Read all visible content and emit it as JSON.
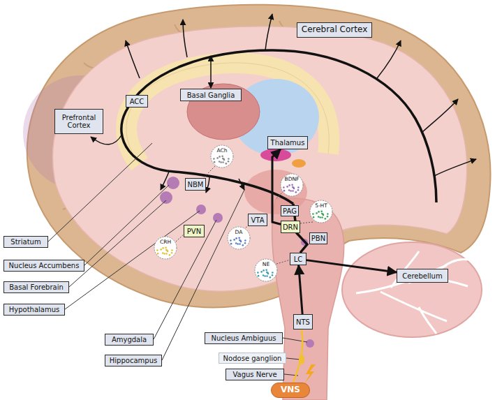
{
  "diagram": {
    "nodes": [
      {
        "text": [
          "Cerebral Cortex"
        ]
      },
      {
        "text": [
          "ACC"
        ]
      },
      {
        "text": [
          "Prefrontal Cortex"
        ]
      },
      {
        "text": [
          "Basal Ganglia"
        ]
      },
      {
        "text": [
          "Thalamus"
        ]
      },
      {
        "text": [
          "ACh"
        ]
      },
      {
        "text": [
          "NBM"
        ]
      },
      {
        "text": [
          "BDNF"
        ]
      },
      {
        "text": [
          "PAG"
        ]
      },
      {
        "text": [
          "5-HT"
        ]
      },
      {
        "text": [
          "DRN"
        ]
      },
      {
        "text": [
          "VTA"
        ]
      },
      {
        "text": [
          "PVN"
        ]
      },
      {
        "text": [
          "PBN"
        ]
      },
      {
        "text": [
          "Striatum"
        ]
      },
      {
        "text": [
          "CRH"
        ]
      },
      {
        "text": [
          "DA"
        ]
      },
      {
        "text": [
          "LC"
        ]
      },
      {
        "text": [
          "NE"
        ]
      },
      {
        "text": [
          "Nucleus Accumbens"
        ]
      },
      {
        "text": [
          "Cerebellum"
        ]
      },
      {
        "text": [
          "Basal Forebrain"
        ]
      },
      {
        "text": [
          "Hypothalamus"
        ]
      },
      {
        "text": [
          "NTS"
        ]
      },
      {
        "text": [
          "Amygdala"
        ]
      },
      {
        "text": [
          "Nucleus Ambiguus"
        ]
      },
      {
        "text": [
          "Hippocampus"
        ]
      },
      {
        "text": [
          "Nodose ganglion"
        ]
      },
      {
        "text": [
          "Vagus Nerve"
        ]
      },
      {
        "text": [
          "VNS"
        ]
      }
    ],
    "edges": [
      {
        "from": 23,
        "to": 17,
        "arrow": "to"
      },
      {
        "from": 17,
        "to": 20,
        "arrow": "to"
      },
      {
        "from": 10,
        "to": 4,
        "arrow": "to"
      }
    ]
  }
}
